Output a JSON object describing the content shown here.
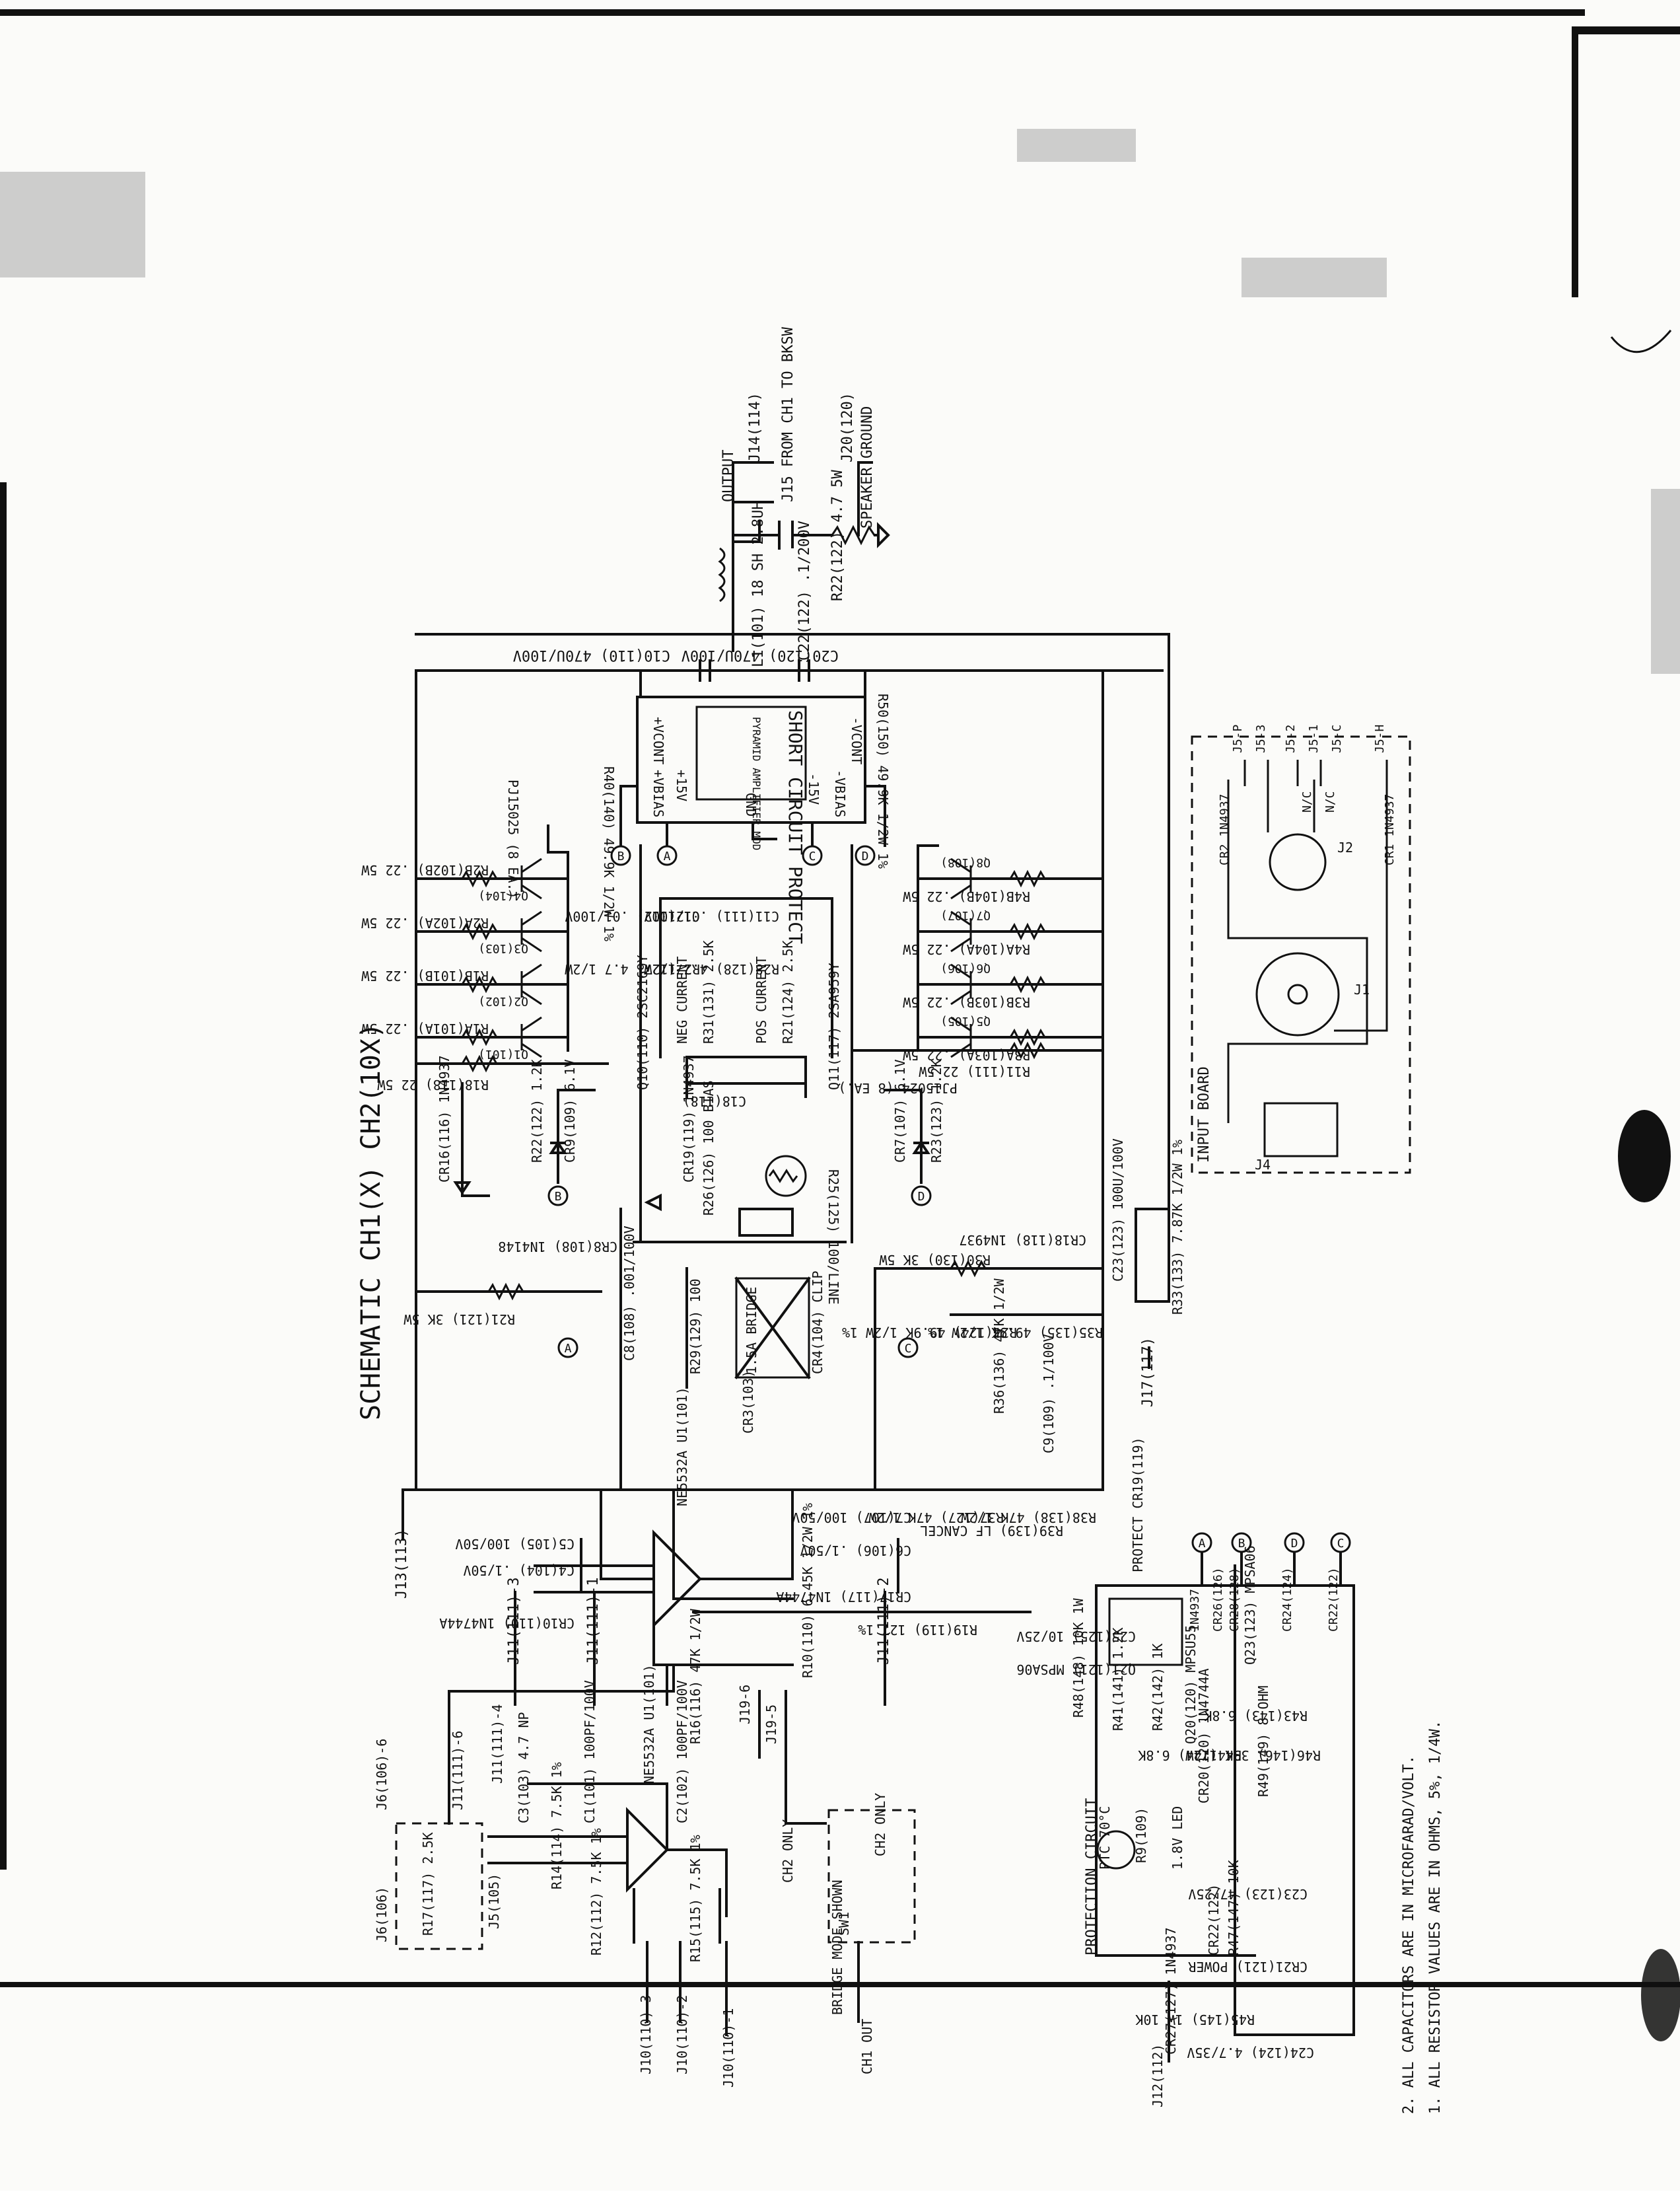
{
  "title": "SCHEMATIC CH1(X) CH2(10X)",
  "notes": [
    "2. ALL CAPACITORS ARE IN MICROFARAD/VOLT.",
    "1. ALL RESISTOR VALUES ARE IN OHMS, 5%, 1/4W."
  ],
  "blocks": {
    "short_circuit": "SHORT CIRCUIT PROTECT",
    "short_circuit_sub": "PYRAMID AMPLIFIER MOD",
    "protection": "PROTECTION CIRCUIT",
    "input_board": "INPUT BOARD",
    "bridge_mode": "BRIDGE MODE SHOWN"
  },
  "connectors": {
    "j14": "J14(114)",
    "output": "OUTPUT",
    "j15": "J15 FROM CH1 TO BKSW",
    "j20": "J20(120)",
    "speaker_ground": "SPEAKER GROUND",
    "j13": "J13(113)",
    "j11_3": "J11(111)-3",
    "j11_1": "J11(111)-1",
    "j11_2": "J11(111)-2",
    "j17": "J17(117)",
    "j12": "J12(112)",
    "j10_3": "J10(110)-3",
    "j10_2": "J10(110)-2",
    "j10_1": "J10(110)-1",
    "j19_6": "J19-6",
    "j19_5": "J19-5",
    "ch1_out": "CH1 OUT",
    "ch2_only_a": "CH2 ONLY",
    "ch2_only_b": "CH2 ONLY",
    "sw1": "SW1",
    "j6": "J6(106)",
    "j5": "J5(105)",
    "j11_6": "J11(111)-6",
    "j11_4": "J11(111)-4",
    "j6_6": "J6(106)-6",
    "j4": "J4",
    "j1": "J1",
    "j2": "J2",
    "j5p": "J5-P",
    "j53": "J5-3",
    "j52": "J5-2",
    "j51": "J5-1",
    "j5c": "J5-C",
    "j5h": "J5-H",
    "nc_a": "N/C",
    "nc_b": "N/C"
  },
  "components": {
    "l1": "L1(101) 18 SH 2.8UH",
    "c22": "C22(122) .1/200V",
    "r22": "R22(122) 4.7 5W",
    "c10": "C10(110) 470U/100V",
    "c20": "C20(120) 470U/100V",
    "r40": "R40(140) 49.9K 1/2W 1%",
    "r50": "R50(150) 49.9K 1/2W 1%",
    "vcont_p": "+VCONT",
    "vcont_n": "-VCONT",
    "vbias_p": "+VBIAS",
    "vbias_n": "-VBIAS",
    "v15p": "+15V",
    "v15n": "-15V",
    "gnd": "GND",
    "pj15025": "PJ15025 (8 EA.)",
    "pj15024": "PJ15024 (8 EA.)",
    "q4": "Q4(104)",
    "q3": "Q3(103)",
    "q2": "Q2(102)",
    "q1": "Q1(101)",
    "q8": "Q8(108)",
    "q7": "Q7(107)",
    "q6": "Q6(106)",
    "q5": "Q5(105)",
    "r2b": "R2B(102B) .22 5W",
    "r2a": "R2A(102A) .22 5W",
    "r1b": "R1B(101B) .22 5W",
    "r1a": "R1A(101A) .22 5W",
    "r4b": "R4B(104B) .22 5W",
    "r4a": "R4A(104A) .22 5W",
    "r3b": "R3B(103B) .22 5W",
    "r3a": "R3A(103A) .22 5W",
    "r18": "R18(118) 22 5W",
    "r11": "R11(111) 22 5W",
    "q10": "Q10(110) 2SC2169Y",
    "q11": "Q11(117) 2SA959Y",
    "c12": "C12(112) .01/100V",
    "c11": "C11(111) .01/100V",
    "r27": "R27(127) 4.7 1/2W",
    "r28": "R28(128) 4.7 1/2W",
    "neg_current": "NEG CURRENT",
    "pos_current": "POS CURRENT",
    "r31": "R31(131) 2.5K",
    "r21": "R21(124) 2.5K",
    "c18": "C18(118)",
    "cr9": "CR9(109) 6.1V",
    "cr7": "CR7(107) 6.1V",
    "r22b": "R22(122) 1.2K",
    "r23": "R23(123) 1.2K",
    "cr16": "CR16(116) 1N4937",
    "cr19": "CR19(119) 1N4937",
    "r25": "R25(125) 100/LINE",
    "r26": "R26(126) 100 BIAS",
    "cr8": "CR8(108) 1N4148",
    "c8": "C8(108) .001/100V",
    "r21b": "R21(121) 3K 5W",
    "r29": "R29(129) 100",
    "bridge": "1.5A BRIDGE",
    "cr3": "CR3(103)",
    "cr4": "CR4(104) CLIP",
    "r30": "R30(130) 3K 5W",
    "r24": "R24(124) 49.9K 1/2W 1%",
    "r35": "R35(135) 49.9K 1/2W 1%",
    "c23": "C23(123) 100U/100V",
    "r33": "R33(133) 7.87K 1/2W 1%",
    "cr18": "CR18(118) 1N4937",
    "r36": "R36(136) 47K 1/2W",
    "c9": "C9(109) .1/100V",
    "c5": "C5(105) 100/50V",
    "c4": "C4(104) .1/50V",
    "cr10": "CR10(110) 1N4744A",
    "u1": "NE5532A U1(101)",
    "c7": "C7(107) 100/50V",
    "c6": "C6(106) .1/50V",
    "cr17": "CR17(117) 1N4744A",
    "r37": "R37(127) 47K 1/2W",
    "r39": "R39(139) LF CANCEL",
    "r38": "R38(138) 47K 1/2W",
    "r19": "R19(119) 127 1%",
    "r10": "R10(110) 6.45K 1/2W 1%",
    "r16": "R16(116) 47K 1/2W",
    "u1b": "NE5532A U1(101)",
    "c2": "C2(102) 100PF/100V",
    "c1": "C1(101) 100PF/100V",
    "r14": "R14(114) 7.5K 1%",
    "r12": "R12(112) 7.5K 1%",
    "r15": "R15(115) 7.5K 1%",
    "c3": "C3(103) 4.7 NP",
    "r17": "R17(117) 2.5K",
    "protect": "PROTECT CR19(119)",
    "c25": "C25(125) 10/25V",
    "q21": "Q21(121) MPSA06",
    "r41": "R41(141) 1.2K",
    "r42": "R42(142) 1K",
    "q20": "Q20(120) MPSU55",
    "q23": "Q23(123) MPSA06",
    "r43": "R43(143) 6.8K",
    "r44": "R44(144) 6.8K",
    "r48": "R48(148) 10K 1W",
    "r46": "R46(146) 39K 1/2W",
    "r49": "R49(149) 8 OHM",
    "cr20": "CR20(120) 1N4744A",
    "ptc": "PTC 70°C",
    "r9": "R9(109)",
    "led": "1.8V LED",
    "cr22": "CR22(122)",
    "r47": "R47(147) 10K",
    "c23b": "C23(123) 47/25V",
    "cr21": "CR21(121) POWER",
    "r45": "R45(145) 1W 10K",
    "cr27": "CR27(127) 1N4937",
    "c24": "C24(124) 4.7/35V",
    "cr28": "CR28(128)",
    "cr26": "CR26(126)",
    "cr24": "CR24(124)",
    "cr22b": "CR22(122)",
    "d1n4937": "1N4937",
    "cr1": "CR1 1N4937",
    "cr2": "CR2 1N4937"
  },
  "nodes": [
    "A",
    "B",
    "C",
    "D"
  ]
}
